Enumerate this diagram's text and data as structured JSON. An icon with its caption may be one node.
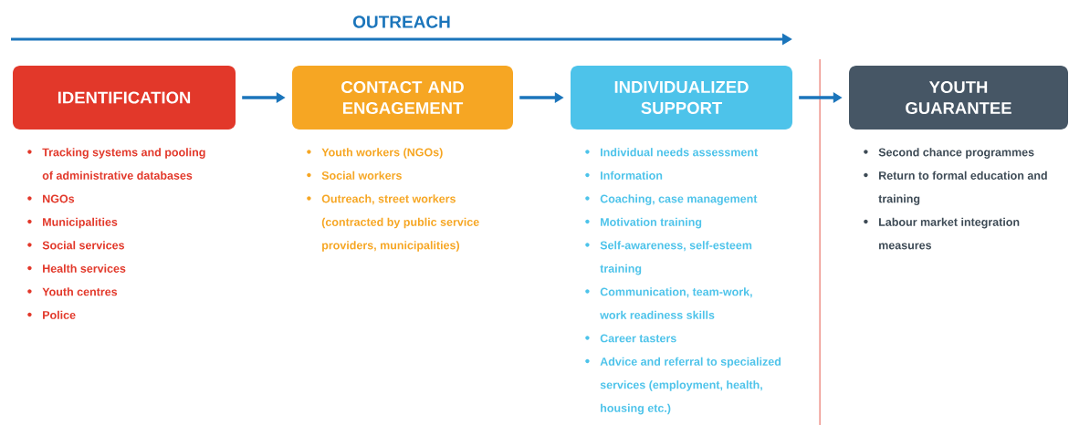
{
  "diagram": {
    "nodes": [
      {
        "text": [
          "IDENTIFICATION"
        ],
        "beside": [
          "Tracking systems and pooling of administrative databases",
          "NGOs",
          "Municipalities",
          "Social services",
          "Health services",
          "Youth centres",
          "Police"
        ]
      },
      {
        "text": [
          "CONTACT AND ENGAGEMENT"
        ],
        "beside": [
          "Youth workers (NGOs)",
          "Social workers",
          "Outreach, street workers (contracted by public service providers, municipalities)"
        ]
      },
      {
        "text": [
          "INDIVIDUALIZED SUPPORT"
        ],
        "beside": [
          "Individual needs assessment",
          "Information",
          "Coaching, case management",
          "Motivation training",
          "Self-awareness, self-esteem training",
          "Communication, team-work, work readiness skills",
          "Career tasters",
          "Advice and referral to specialized services (employment, health, housing etc.)"
        ]
      },
      {
        "text": [
          "YOUTH GUARANTEE"
        ],
        "beside": [
          "Second chance programmes",
          "Return to formal education and training",
          "Labour market integration measures"
        ]
      }
    ],
    "edges": [
      {
        "from": 0,
        "to": 1,
        "arrow": "to"
      },
      {
        "from": 1,
        "to": 2,
        "arrow": "to"
      },
      {
        "from": 2,
        "to": 3,
        "arrow": "to"
      }
    ],
    "labels": [
      "OUTREACH"
    ]
  }
}
